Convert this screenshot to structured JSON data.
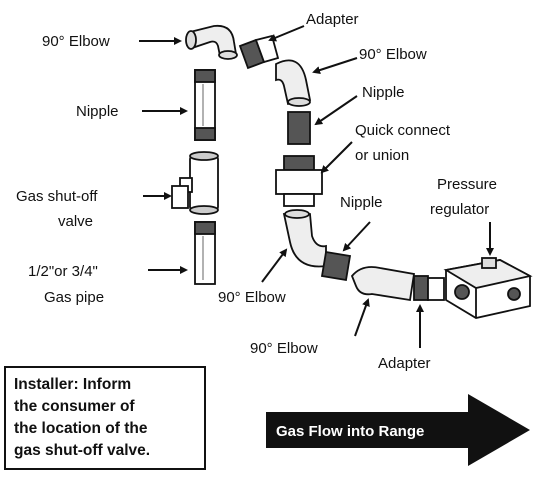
{
  "labels": {
    "elbow_top_left": "90° Elbow",
    "adapter_top": "Adapter",
    "elbow_top_right": "90° Elbow",
    "nipple_left": "Nipple",
    "nipple_upper": "Nipple",
    "quick_connect_line1": "Quick connect",
    "quick_connect_line2": "or union",
    "shutoff_line1": "Gas shut-off",
    "shutoff_line2": "valve",
    "nipple_lower": "Nipple",
    "pressure_line1": "Pressure",
    "pressure_line2": "regulator",
    "gaspipe_line1": "1/2\"or 3/4\"",
    "gaspipe_line2": "Gas pipe",
    "elbow_mid": "90° Elbow",
    "elbow_bottom": "90° Elbow",
    "adapter_bottom": "Adapter"
  },
  "note": {
    "lines": [
      "Installer: Inform",
      "the consumer of",
      "the location of the",
      "gas shut-off valve."
    ]
  },
  "flow": {
    "label": "Gas Flow into Range"
  }
}
